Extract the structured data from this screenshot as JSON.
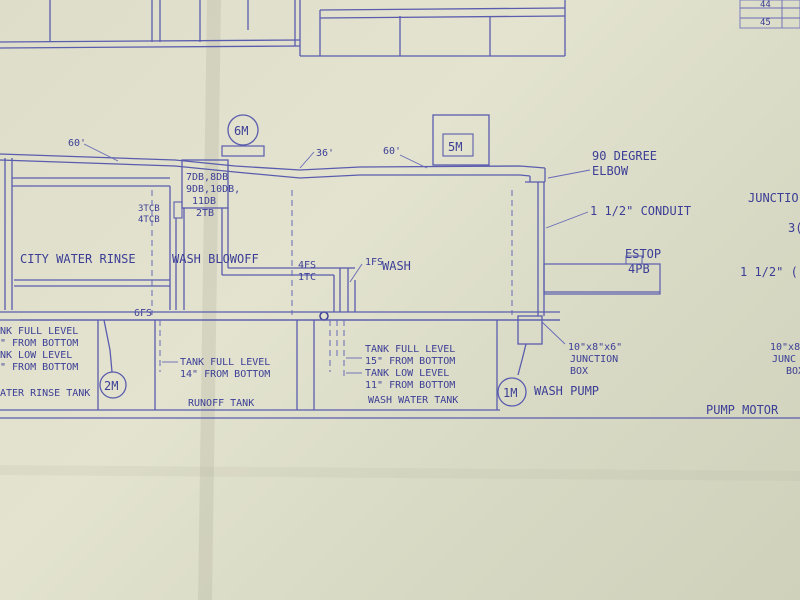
{
  "table_rows": [
    "44",
    "45"
  ],
  "motors": {
    "m6": "6M",
    "m5": "5M",
    "m2": "2M",
    "m1": "1M"
  },
  "dimensions": {
    "d60_left": "60'",
    "d36": "36'",
    "d60_right": "60'"
  },
  "panel": {
    "line1": "7DB,8DB",
    "line2": "9DB,10DB,",
    "line3": "11DB",
    "line4": "2TB"
  },
  "breakers": {
    "line1": "3TCB",
    "line2": "4TCB"
  },
  "sections": {
    "city_water_rinse": "CITY WATER RINSE",
    "wash_blowoff": "WASH BLOWOFF",
    "wash": "WASH"
  },
  "callouts": {
    "elbow_1": "90 DEGREE",
    "elbow_2": "ELBOW",
    "conduit": "1 1/2\" CONDUIT",
    "estop_1": "ESTOP",
    "estop_2": "4PB",
    "junction_box_1": "10\"x8\"x6\"",
    "junction_box_2": "JUNCTION",
    "junction_box_3": "BOX",
    "wash_pump": "WASH PUMP"
  },
  "switches": {
    "fs6": "6FS",
    "fs4": "4FS",
    "tc1": "1TC",
    "fs1": "1FS"
  },
  "runoff_tank": {
    "full_1": "TANK FULL LEVEL",
    "full_2": "14\" FROM BOTTOM",
    "name": "RUNOFF TANK"
  },
  "wash_tank": {
    "full_1": "TANK FULL LEVEL",
    "full_2": "15\" FROM BOTTOM",
    "low_1": "TANK LOW LEVEL",
    "low_2": "11\" FROM BOTTOM",
    "name": "WASH WATER TANK"
  },
  "left_tank": {
    "line1": "NK FULL LEVEL",
    "line2": "\" FROM BOTTOM",
    "line3": "NK LOW LEVEL",
    "line4": "\" FROM BOTTOM",
    "line5": "ATER RINSE TANK"
  },
  "right_edge": {
    "junction": "JUNCTIO",
    "n3": "3(",
    "conduit": "1 1/2\" (",
    "jb1": "10\"x8",
    "jb2": "JUNC",
    "jb3": "BOX",
    "pump_motor": "PUMP MOTOR"
  }
}
